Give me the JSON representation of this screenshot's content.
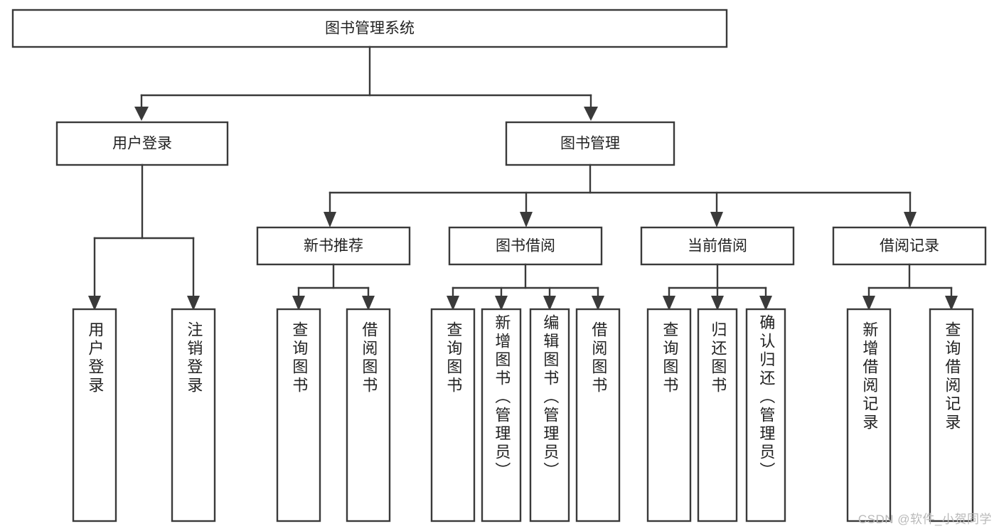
{
  "diagram": {
    "title": "图书管理系统",
    "watermark": "CSDN @软件_小贺同学",
    "colors": {
      "stroke": "#3a3a3a",
      "box_fill": "#ffffff",
      "text": "#222222",
      "background": "#ffffff",
      "watermark": "#b9b9b9"
    },
    "root": {
      "label": "图书管理系统"
    },
    "level2": [
      {
        "label": "用户登录"
      },
      {
        "label": "图书管理"
      }
    ],
    "level3": [
      {
        "label": "新书推荐"
      },
      {
        "label": "图书借阅"
      },
      {
        "label": "当前借阅"
      },
      {
        "label": "借阅记录"
      }
    ],
    "leaves": {
      "user_login": [
        {
          "label": "用户登录"
        },
        {
          "label": "注销登录"
        }
      ],
      "new_book_recommend": [
        {
          "label": "查询图书"
        },
        {
          "label": "借阅图书"
        }
      ],
      "book_borrow": [
        {
          "label": "查询图书"
        },
        {
          "label": "新增图书（管理员）"
        },
        {
          "label": "编辑图书（管理员）"
        },
        {
          "label": "借阅图书"
        }
      ],
      "current_borrow": [
        {
          "label": "查询图书"
        },
        {
          "label": "归还图书"
        },
        {
          "label": "确认归还（管理员）"
        }
      ],
      "borrow_record": [
        {
          "label": "新增借阅记录"
        },
        {
          "label": "查询借阅记录"
        }
      ]
    }
  }
}
